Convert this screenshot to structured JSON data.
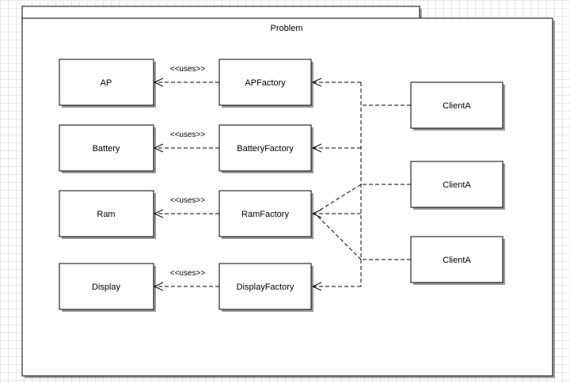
{
  "diagram": {
    "package": {
      "title": "Problem"
    },
    "products": [
      "AP",
      "Battery",
      "Ram",
      "Display"
    ],
    "factories": [
      "APFactory",
      "BatteryFactory",
      "RamFactory",
      "DisplayFactory"
    ],
    "clients": [
      "ClientA",
      "ClientA",
      "ClientA"
    ],
    "uses_label": "<<uses>>"
  }
}
